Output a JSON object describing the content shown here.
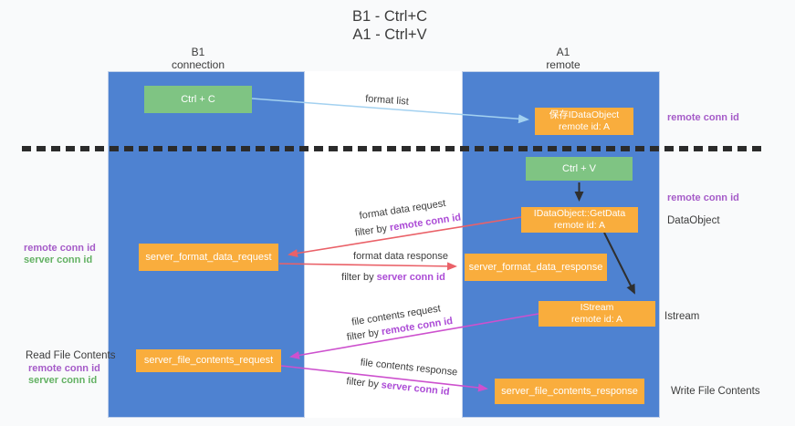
{
  "title": {
    "line1": "B1 - Ctrl+C",
    "line2": "A1 - Ctrl+V"
  },
  "lanes": {
    "b1": {
      "name": "B1",
      "role": "connection"
    },
    "a1": {
      "name": "A1",
      "role": "remote"
    }
  },
  "boxes": {
    "ctrl_c": {
      "label": "Ctrl + C"
    },
    "ctrl_v": {
      "label": "Ctrl + V"
    },
    "save_idataobject": {
      "line1": "保存IDataObject",
      "line2": "remote id: A"
    },
    "getdata": {
      "line1": "IDataObject::GetData",
      "line2": "remote id: A"
    },
    "istream": {
      "line1": "IStream",
      "line2": "remote id: A"
    },
    "server_format_data_request": {
      "label": "server_format_data_request"
    },
    "server_format_data_response": {
      "label": "server_format_data_response"
    },
    "server_file_contents_request": {
      "label": "server_file_contents_request"
    },
    "server_file_contents_response": {
      "label": "server_file_contents_response"
    }
  },
  "messages": {
    "format_list": {
      "label": "format list"
    },
    "format_data_request": {
      "label": "format data request",
      "filter_prefix": "filter by",
      "filter_key": "remote conn id"
    },
    "format_data_response": {
      "label": "format data response",
      "filter_prefix": "filter by",
      "filter_key": "server conn id"
    },
    "file_contents_request": {
      "label": "file contents request",
      "filter_prefix": "filter by",
      "filter_key": "remote conn id"
    },
    "file_contents_response": {
      "label": "file contents response",
      "filter_prefix": "filter by",
      "filter_key": "server conn id"
    }
  },
  "annotations": {
    "right": {
      "remote_conn_id_top": "remote conn id",
      "remote_conn_id_mid": "remote conn id",
      "dataobject": "DataObject",
      "istream": "Istream",
      "write_file_contents": "Write File Contents"
    },
    "left": {
      "remote_conn_id_mid": "remote conn id",
      "server_conn_id_mid": "server conn id",
      "read_file_contents": "Read File Contents",
      "remote_conn_id_bottom": "remote conn id",
      "server_conn_id_bottom": "server conn id"
    }
  },
  "colors": {
    "lane_blue": "#4e82d1",
    "node_orange": "#f9ad3d",
    "node_green": "#7fc483",
    "arrow_red": "#ea6168",
    "arrow_magenta": "#cd51ce",
    "arrow_light_blue": "#a3d1f0",
    "arrow_dark": "#2f2f2f",
    "remote_conn_id_purple": "#a55bc8",
    "server_conn_id_green": "#63b163"
  }
}
